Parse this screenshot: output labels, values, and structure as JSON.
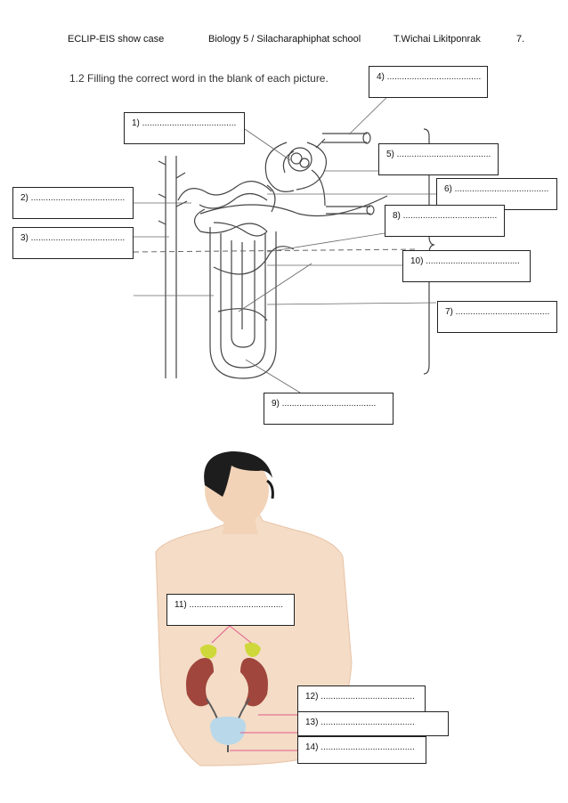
{
  "header": {
    "left": "ECLIP-EIS show case",
    "center": "Biology 5 / Silacharaphiphat school",
    "right": "T.Wichai Likitponrak",
    "page": "7."
  },
  "instruction": "1.2 Filling the correct word in the blank of each picture.",
  "labels": [
    "1) ......................................",
    "2) ......................................",
    "3) ......................................",
    "4) ......................................",
    "5) ......................................",
    "6) ......................................",
    "7) ......................................",
    "8) ......................................",
    "9) ......................................",
    "10) ......................................",
    "11) ......................................",
    "12) ......................................",
    "13) ......................................",
    "14) ......................................"
  ],
  "colors": {
    "kidney": "#a0463c",
    "adrenal": "#cfd83a",
    "bladder": "#b9d8ea",
    "skin": "#f4dcc6",
    "pointer": "#e25a8a"
  }
}
